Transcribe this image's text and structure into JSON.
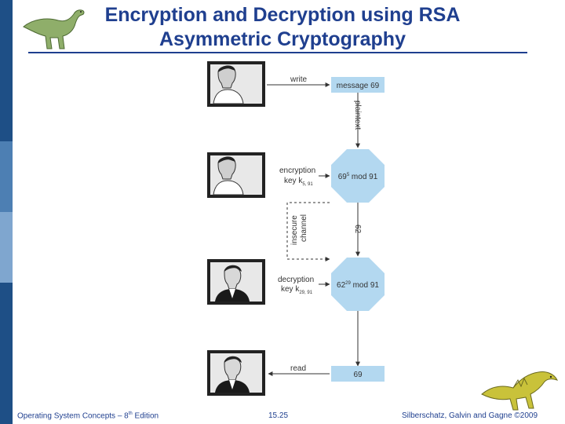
{
  "slide": {
    "title_line1": "Encryption and Decryption using RSA",
    "title_line2": "Asymmetric Cryptography",
    "accent_color": "#1f3f8f",
    "sidebar_colors": [
      "#1e4f86",
      "#4d7fb3",
      "#7fa6cf",
      "#1e4f86"
    ]
  },
  "diagram": {
    "write_label": "write",
    "message_label": "message 69",
    "plaintext_label": "plaintext",
    "encryption_label": "encryption",
    "encryption_key_label": "key k",
    "encryption_key_sub": "5, 91",
    "encrypt_base": "69",
    "encrypt_exp": "5",
    "encrypt_mod": " mod 91",
    "insecure_channel_line1": "insecure",
    "insecure_channel_line2": "channel",
    "ciphertext_label": "62",
    "decryption_label": "decryption",
    "decryption_key_label": "key k",
    "decryption_key_sub": "29, 91",
    "decrypt_base": "62",
    "decrypt_exp": "29",
    "decrypt_mod": " mod 91",
    "read_label": "read",
    "result_label": "69",
    "box_fill": "#b3d8f0"
  },
  "footer": {
    "left": "Operating System Concepts – 8",
    "left_sup": "th",
    "left_end": " Edition",
    "center": "15.25",
    "right": "Silberschatz, Galvin and Gagne ©2009"
  },
  "icons": [
    "dinosaur-icon",
    "person-icon",
    "dragon-icon"
  ]
}
